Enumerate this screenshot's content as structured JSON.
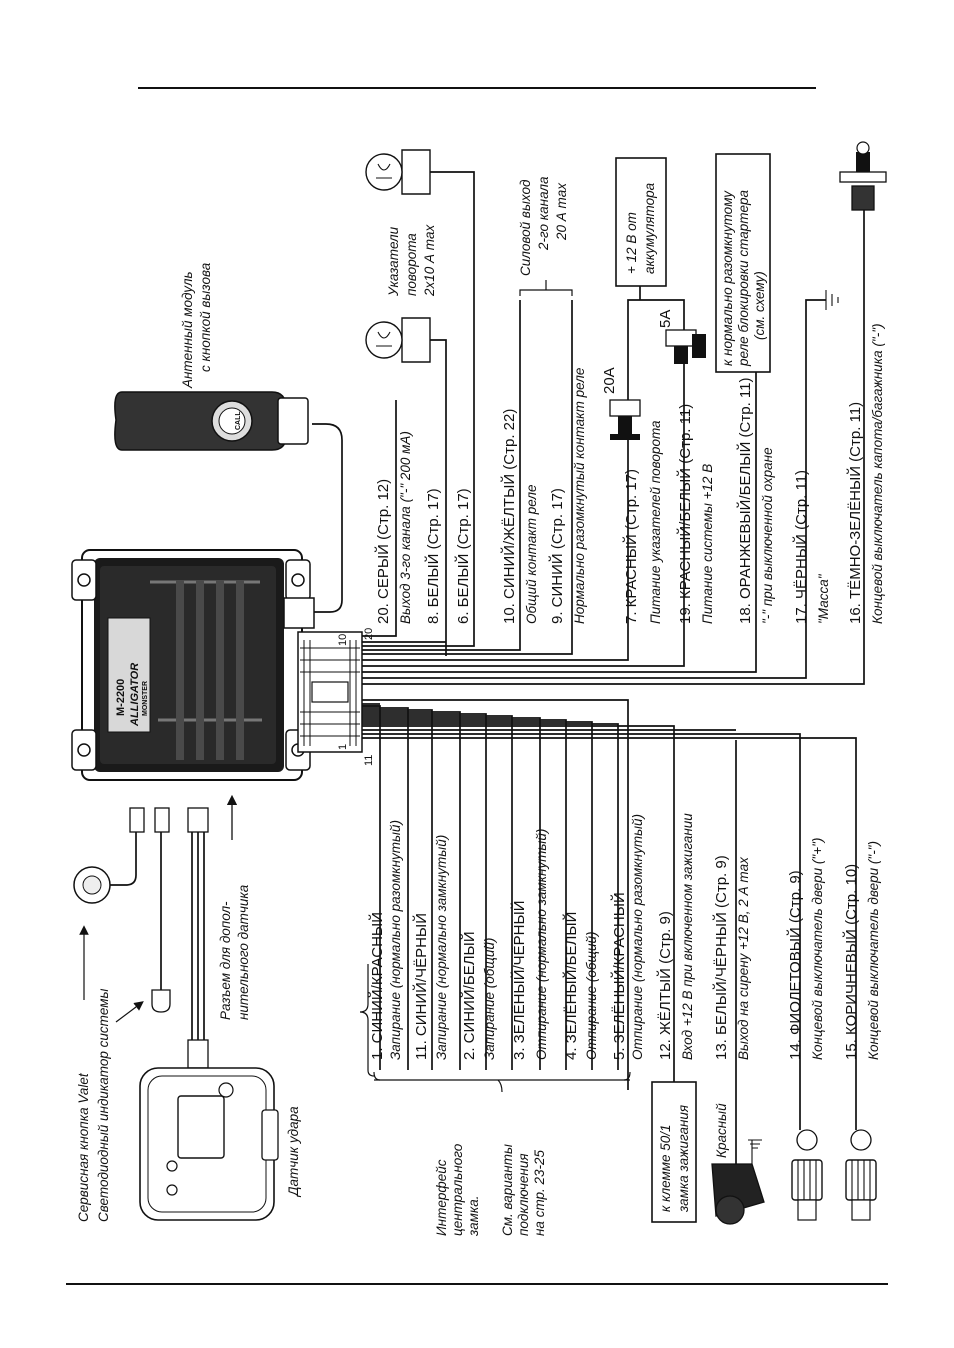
{
  "wires_left": [
    {
      "label": "1. СИНИЙ/КРАСНЫЙ",
      "desc": "Запирание (нормально разомкнутый)"
    },
    {
      "label": "11. СИНИЙ/ЧЁРНЫЙ",
      "desc": "Запирание (нормально замкнутый)"
    },
    {
      "label": "2. СИНИЙ/БЕЛЫЙ",
      "desc": "Запирание (общий)"
    },
    {
      "label": "3. ЗЕЛЁНЫЙ/ЧЁРНЫЙ",
      "desc": "Отпирание (нормально замкнутый)"
    },
    {
      "label": "4. ЗЕЛЁНЫЙ/БЕЛЫЙ",
      "desc": "Отпирание (общий)"
    },
    {
      "label": "5. ЗЕЛЁНЫЙ/КРАСНЫЙ",
      "desc": "Отпирание (нормально разомкнутый)"
    },
    {
      "label": "12. ЖЁЛТЫЙ (Стр. 9)",
      "desc": "Вход +12 В при включенном зажигании"
    },
    {
      "label": "13. БЕЛЫЙ/ЧЁРНЫЙ (Стр. 9)",
      "desc": "Выход на сирену +12 В, 2 А max"
    },
    {
      "label": "14. ФИОЛЕТОВЫЙ (Стр. 9)",
      "desc": "Концевой выключатель двери (\"+\")"
    },
    {
      "label": "15. КОРИЧНЕВЫЙ (Стр. 10)",
      "desc": "Концевой выключатель двери (\"-\")"
    }
  ],
  "wires_right": [
    {
      "label": "20. СЕРЫЙ (Стр. 12)",
      "desc": "Выход 3-го канала (\"-\" 200 мА)"
    },
    {
      "label": "8. БЕЛЫЙ (Стр. 17)",
      "desc": ""
    },
    {
      "label": "6. БЕЛЫЙ (Стр. 17)",
      "desc": ""
    },
    {
      "label": "10. СИНИЙ/ЖЁЛТЫЙ (Стр. 22)",
      "desc": "Общий контакт реле"
    },
    {
      "label": "9. СИНИЙ (Стр. 17)",
      "desc": "Нормально разомкнутый контакт реле"
    },
    {
      "label": "7. КРАСНЫЙ (Стр. 17)",
      "desc": "Питание указателей поворота"
    },
    {
      "label": "19. КРАСНЫЙ/БЕЛЫЙ (Стр. 11)",
      "desc": "Питание системы +12 В"
    },
    {
      "label": "18. ОРАНЖЕВЫЙ/БЕЛЫЙ (Стр. 11)",
      "desc": "\"-\" при выключенной охране"
    },
    {
      "label": "17. ЧЁРНЫЙ (Стр. 11)",
      "desc": "\"Масса\""
    },
    {
      "label": "16. ТЁМНО-ЗЕЛЁНЫЙ (Стр. 11)",
      "desc": "Концевой выключатель капота/багажника (\"-\")"
    }
  ],
  "notes": {
    "service_button": "Сервисная кнопка Valet",
    "led_indicator": "Светодиодный индикатор системы",
    "shock_sensor": "Датчик удара",
    "extra_sensor_1": "Разъем для допол-",
    "extra_sensor_2": "нительного датчика",
    "antenna_1": "Антенный модуль",
    "antenna_2": "с кнопкой вызова",
    "turn_1": "Указатели",
    "turn_2": "поворота",
    "turn_3": "2x10 А max",
    "power_1": "Силовой выход",
    "power_2": "2-го канала",
    "power_3": "20 А max",
    "battery_1": "+ 12 В от",
    "battery_2": "аккумулятора",
    "starter_1": "к нормально разомкнутому",
    "starter_2": "реле блокировки стартера",
    "starter_3": "(см. схему)",
    "lock_1": "Интерфейс",
    "lock_2": "центрального",
    "lock_3": "замка.",
    "variants_1": "См. варианты",
    "variants_2": "подключения",
    "variants_3": "на стр. 23-25",
    "ignition_1": "к клемме 50/1",
    "ignition_2": "замка зажигания",
    "siren_color": "Красный",
    "fuse_20": "20A",
    "fuse_5": "5A",
    "pin_20": "20",
    "pin_10": "10",
    "pin_1": "1",
    "pin_11": "11",
    "model": "M-2200",
    "brand": "ALLIGATOR",
    "sub_brand": "MONSTER",
    "call": "CALL"
  }
}
